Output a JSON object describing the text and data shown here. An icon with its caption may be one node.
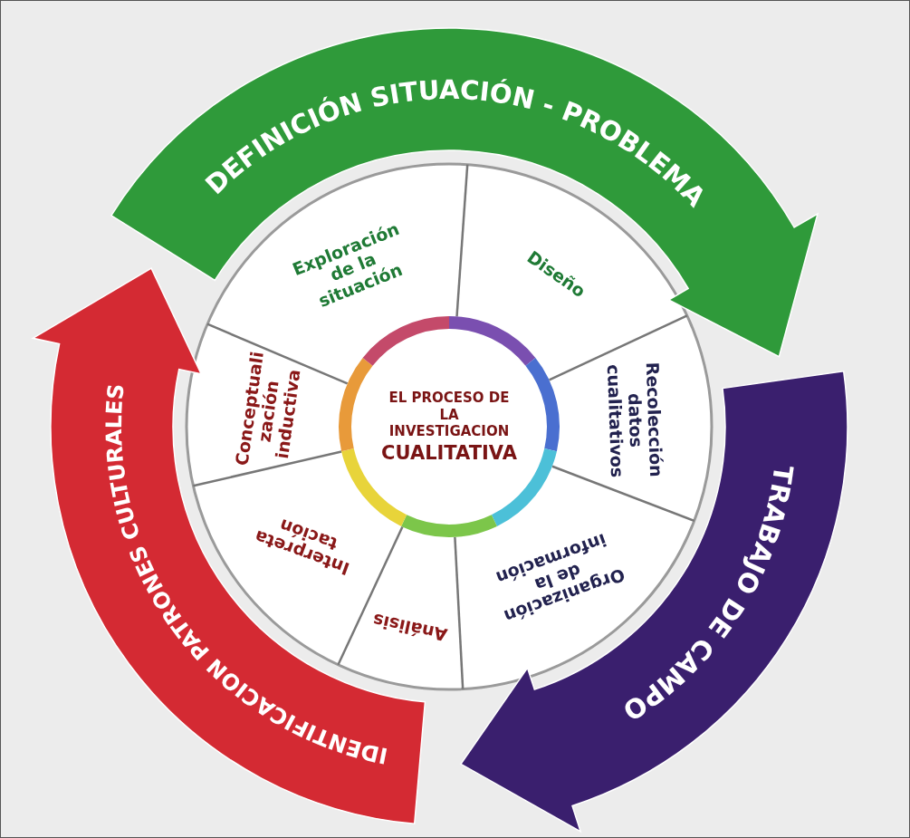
{
  "diagram": {
    "nodes": [
      {
        "text": [
          "DEFINICIÓN SITUACIÓN - PROBLEMA"
        ]
      },
      {
        "text": [
          "TRABAJO DE CAMPO"
        ]
      },
      {
        "text": [
          "IDENTIFICACION PATRONES CULTURALES"
        ]
      },
      {
        "text": [
          "Exploración de la situación"
        ]
      },
      {
        "text": [
          "Diseño"
        ]
      },
      {
        "text": [
          "Recolección datos cualitativos"
        ]
      },
      {
        "text": [
          "Organización de la información"
        ]
      },
      {
        "text": [
          "Análisis"
        ]
      },
      {
        "text": [
          "Interpreta tación"
        ]
      },
      {
        "text": [
          "Conceptuali zación inductiva"
        ]
      },
      {
        "text": [
          "EL PROCESO DE LA INVESTIGACION",
          "CUALITATIVA"
        ]
      }
    ]
  }
}
